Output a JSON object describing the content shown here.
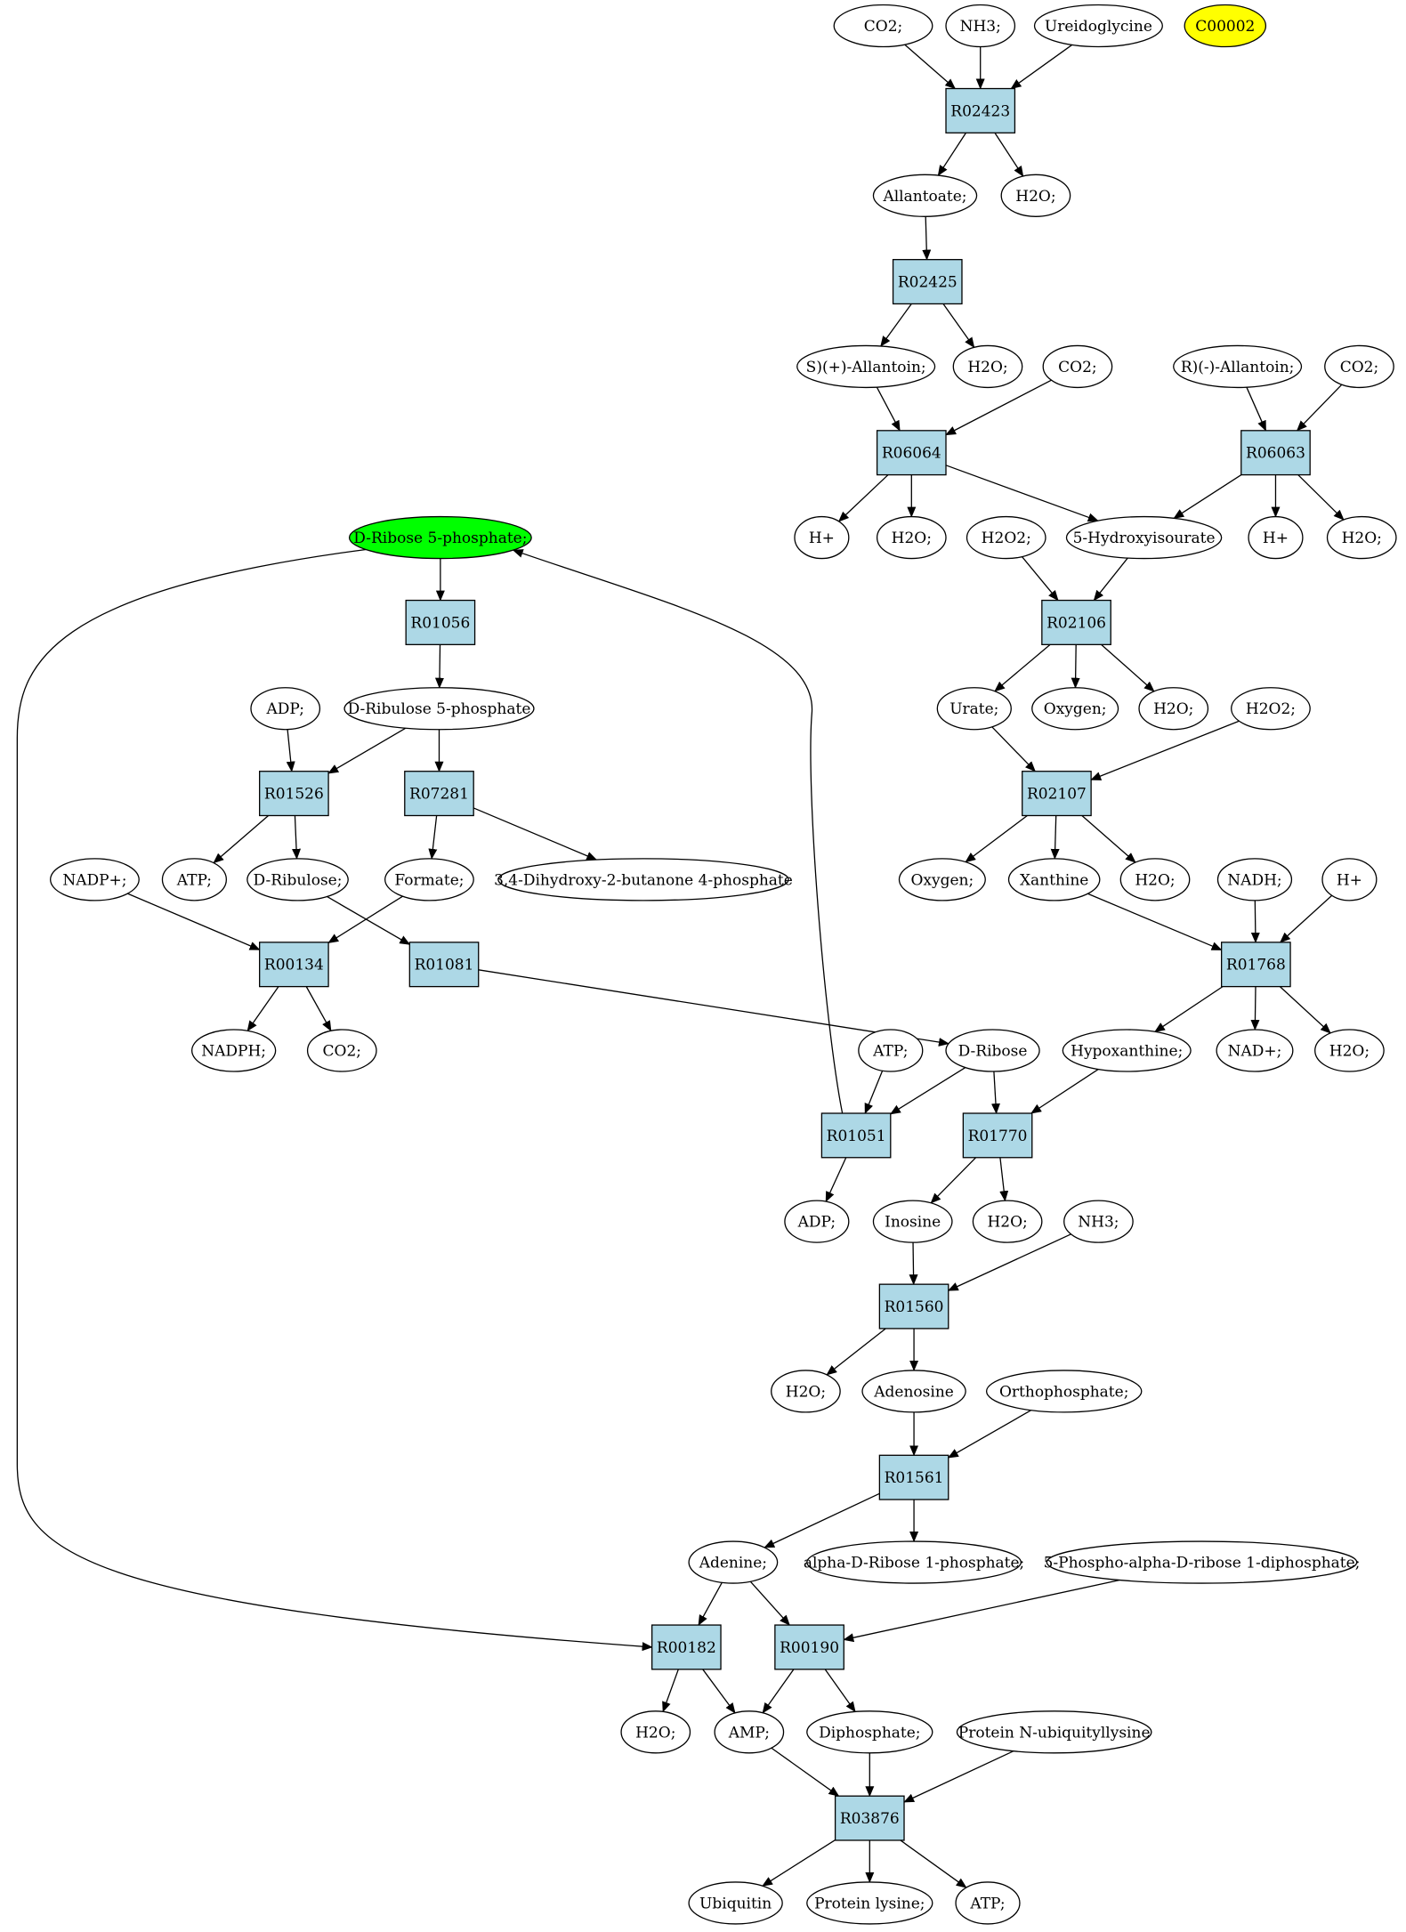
{
  "colors": {
    "reaction_fill": "#add8e6",
    "compound_fill": "#ffffff",
    "highlight_green": "#00ff00",
    "highlight_yellow": "#ffff00",
    "stroke": "#000000"
  },
  "nodes": [
    {
      "id": "co2_1",
      "label": "CO2;",
      "kind": "compound"
    },
    {
      "id": "nh3_1",
      "label": "NH3;",
      "kind": "compound"
    },
    {
      "id": "ureidoglycine",
      "label": "Ureidoglycine",
      "kind": "compound"
    },
    {
      "id": "c00002",
      "label": "C00002",
      "kind": "compound",
      "highlight": "yellow"
    },
    {
      "id": "R02423",
      "label": "R02423",
      "kind": "reaction"
    },
    {
      "id": "allantoate",
      "label": "Allantoate;",
      "kind": "compound"
    },
    {
      "id": "h2o_1",
      "label": "H2O;",
      "kind": "compound"
    },
    {
      "id": "R02425",
      "label": "R02425",
      "kind": "reaction"
    },
    {
      "id": "s_allantoin",
      "label": "S)(+)-Allantoin;",
      "kind": "compound"
    },
    {
      "id": "h2o_2",
      "label": "H2O;",
      "kind": "compound"
    },
    {
      "id": "co2_2",
      "label": "CO2;",
      "kind": "compound"
    },
    {
      "id": "r_allantoin",
      "label": "R)(-)-Allantoin;",
      "kind": "compound"
    },
    {
      "id": "co2_3",
      "label": "CO2;",
      "kind": "compound"
    },
    {
      "id": "R06064",
      "label": "R06064",
      "kind": "reaction"
    },
    {
      "id": "R06063",
      "label": "R06063",
      "kind": "reaction"
    },
    {
      "id": "hplus_1",
      "label": "H+",
      "kind": "compound"
    },
    {
      "id": "h2o_3",
      "label": "H2O;",
      "kind": "compound"
    },
    {
      "id": "h2o2_1",
      "label": "H2O2;",
      "kind": "compound"
    },
    {
      "id": "hydroxyisourate",
      "label": "5-Hydroxyisourate",
      "kind": "compound"
    },
    {
      "id": "hplus_2",
      "label": "H+",
      "kind": "compound"
    },
    {
      "id": "h2o_4",
      "label": "H2O;",
      "kind": "compound"
    },
    {
      "id": "ribose5p",
      "label": "D-Ribose 5-phosphate;",
      "kind": "compound",
      "highlight": "green"
    },
    {
      "id": "R01056",
      "label": "R01056",
      "kind": "reaction"
    },
    {
      "id": "R02106",
      "label": "R02106",
      "kind": "reaction"
    },
    {
      "id": "adp_1",
      "label": "ADP;",
      "kind": "compound"
    },
    {
      "id": "ribulose5p",
      "label": "D-Ribulose 5-phosphate",
      "kind": "compound"
    },
    {
      "id": "urate",
      "label": "Urate;",
      "kind": "compound"
    },
    {
      "id": "oxygen_1",
      "label": "Oxygen;",
      "kind": "compound"
    },
    {
      "id": "h2o_5",
      "label": "H2O;",
      "kind": "compound"
    },
    {
      "id": "h2o2_2",
      "label": "H2O2;",
      "kind": "compound"
    },
    {
      "id": "R01526",
      "label": "R01526",
      "kind": "reaction"
    },
    {
      "id": "R07281",
      "label": "R07281",
      "kind": "reaction"
    },
    {
      "id": "R02107",
      "label": "R02107",
      "kind": "reaction"
    },
    {
      "id": "nadpplus",
      "label": "NADP+;",
      "kind": "compound"
    },
    {
      "id": "atp_1",
      "label": "ATP;",
      "kind": "compound"
    },
    {
      "id": "ribulose",
      "label": "D-Ribulose;",
      "kind": "compound"
    },
    {
      "id": "formate",
      "label": "Formate;",
      "kind": "compound"
    },
    {
      "id": "dhbp",
      "label": "3,4-Dihydroxy-2-butanone 4-phosphate",
      "kind": "compound"
    },
    {
      "id": "oxygen_2",
      "label": "Oxygen;",
      "kind": "compound"
    },
    {
      "id": "xanthine",
      "label": "Xanthine",
      "kind": "compound"
    },
    {
      "id": "h2o_6",
      "label": "H2O;",
      "kind": "compound"
    },
    {
      "id": "nadh",
      "label": "NADH;",
      "kind": "compound"
    },
    {
      "id": "hplus_3",
      "label": "H+",
      "kind": "compound"
    },
    {
      "id": "R00134",
      "label": "R00134",
      "kind": "reaction"
    },
    {
      "id": "R01081",
      "label": "R01081",
      "kind": "reaction"
    },
    {
      "id": "R01768",
      "label": "R01768",
      "kind": "reaction"
    },
    {
      "id": "nadph",
      "label": "NADPH;",
      "kind": "compound"
    },
    {
      "id": "co2_4",
      "label": "CO2;",
      "kind": "compound"
    },
    {
      "id": "atp_2",
      "label": "ATP;",
      "kind": "compound"
    },
    {
      "id": "dribose",
      "label": "D-Ribose",
      "kind": "compound"
    },
    {
      "id": "hypoxanthine",
      "label": "Hypoxanthine;",
      "kind": "compound"
    },
    {
      "id": "nadplus",
      "label": "NAD+;",
      "kind": "compound"
    },
    {
      "id": "h2o_7",
      "label": "H2O;",
      "kind": "compound"
    },
    {
      "id": "R01051",
      "label": "R01051",
      "kind": "reaction"
    },
    {
      "id": "R01770",
      "label": "R01770",
      "kind": "reaction"
    },
    {
      "id": "adp_2",
      "label": "ADP;",
      "kind": "compound"
    },
    {
      "id": "inosine",
      "label": "Inosine",
      "kind": "compound"
    },
    {
      "id": "h2o_8",
      "label": "H2O;",
      "kind": "compound"
    },
    {
      "id": "nh3_2",
      "label": "NH3;",
      "kind": "compound"
    },
    {
      "id": "R01560",
      "label": "R01560",
      "kind": "reaction"
    },
    {
      "id": "h2o_9",
      "label": "H2O;",
      "kind": "compound"
    },
    {
      "id": "adenosine",
      "label": "Adenosine",
      "kind": "compound"
    },
    {
      "id": "orthophosphate",
      "label": "Orthophosphate;",
      "kind": "compound"
    },
    {
      "id": "R01561",
      "label": "R01561",
      "kind": "reaction"
    },
    {
      "id": "adenine",
      "label": "Adenine;",
      "kind": "compound"
    },
    {
      "id": "ribose1p",
      "label": "alpha-D-Ribose 1-phosphate;",
      "kind": "compound"
    },
    {
      "id": "prpp",
      "label": "5-Phospho-alpha-D-ribose 1-diphosphate;",
      "kind": "compound"
    },
    {
      "id": "R00182",
      "label": "R00182",
      "kind": "reaction"
    },
    {
      "id": "R00190",
      "label": "R00190",
      "kind": "reaction"
    },
    {
      "id": "h2o_10",
      "label": "H2O;",
      "kind": "compound"
    },
    {
      "id": "amp",
      "label": "AMP;",
      "kind": "compound"
    },
    {
      "id": "diphosphate",
      "label": "Diphosphate;",
      "kind": "compound"
    },
    {
      "id": "protein_ub",
      "label": "Protein N-ubiquityllysine",
      "kind": "compound"
    },
    {
      "id": "R03876",
      "label": "R03876",
      "kind": "reaction"
    },
    {
      "id": "ubiquitin",
      "label": "Ubiquitin",
      "kind": "compound"
    },
    {
      "id": "protein_lysine",
      "label": "Protein lysine;",
      "kind": "compound"
    },
    {
      "id": "atp_3",
      "label": "ATP;",
      "kind": "compound"
    }
  ],
  "edges": [
    [
      "co2_1",
      "R02423"
    ],
    [
      "nh3_1",
      "R02423"
    ],
    [
      "ureidoglycine",
      "R02423"
    ],
    [
      "R02423",
      "allantoate"
    ],
    [
      "R02423",
      "h2o_1"
    ],
    [
      "allantoate",
      "R02425"
    ],
    [
      "R02425",
      "s_allantoin"
    ],
    [
      "R02425",
      "h2o_2"
    ],
    [
      "s_allantoin",
      "R06064"
    ],
    [
      "co2_2",
      "R06064"
    ],
    [
      "r_allantoin",
      "R06063"
    ],
    [
      "co2_3",
      "R06063"
    ],
    [
      "R06064",
      "hplus_1"
    ],
    [
      "R06064",
      "h2o_3"
    ],
    [
      "R06064",
      "hydroxyisourate"
    ],
    [
      "R06063",
      "hydroxyisourate"
    ],
    [
      "R06063",
      "hplus_2"
    ],
    [
      "R06063",
      "h2o_4"
    ],
    [
      "h2o2_1",
      "R02106"
    ],
    [
      "hydroxyisourate",
      "R02106"
    ],
    [
      "R02106",
      "urate"
    ],
    [
      "R02106",
      "oxygen_1"
    ],
    [
      "R02106",
      "h2o_5"
    ],
    [
      "urate",
      "R02107"
    ],
    [
      "h2o2_2",
      "R02107"
    ],
    [
      "R02107",
      "oxygen_2"
    ],
    [
      "R02107",
      "xanthine"
    ],
    [
      "R02107",
      "h2o_6"
    ],
    [
      "xanthine",
      "R01768"
    ],
    [
      "nadh",
      "R01768"
    ],
    [
      "hplus_3",
      "R01768"
    ],
    [
      "R01768",
      "hypoxanthine"
    ],
    [
      "R01768",
      "nadplus"
    ],
    [
      "R01768",
      "h2o_7"
    ],
    [
      "ribose5p",
      "R01056"
    ],
    [
      "R01056",
      "ribulose5p"
    ],
    [
      "adp_1",
      "R01526"
    ],
    [
      "ribulose5p",
      "R01526"
    ],
    [
      "ribulose5p",
      "R07281"
    ],
    [
      "R01526",
      "atp_1"
    ],
    [
      "R01526",
      "ribulose"
    ],
    [
      "R07281",
      "formate"
    ],
    [
      "R07281",
      "dhbp"
    ],
    [
      "nadpplus",
      "R00134"
    ],
    [
      "formate",
      "R00134"
    ],
    [
      "R00134",
      "nadph"
    ],
    [
      "R00134",
      "co2_4"
    ],
    [
      "ribulose",
      "R01081"
    ],
    [
      "R01081",
      "dribose"
    ],
    [
      "atp_2",
      "R01051"
    ],
    [
      "dribose",
      "R01051"
    ],
    [
      "dribose",
      "R01770"
    ],
    [
      "hypoxanthine",
      "R01770"
    ],
    [
      "R01051",
      "adp_2"
    ],
    [
      "R01051",
      "ribose5p",
      "loop_right"
    ],
    [
      "R01770",
      "inosine"
    ],
    [
      "R01770",
      "h2o_8"
    ],
    [
      "inosine",
      "R01560"
    ],
    [
      "nh3_2",
      "R01560"
    ],
    [
      "R01560",
      "h2o_9"
    ],
    [
      "R01560",
      "adenosine"
    ],
    [
      "adenosine",
      "R01561"
    ],
    [
      "orthophosphate",
      "R01561"
    ],
    [
      "R01561",
      "adenine"
    ],
    [
      "R01561",
      "ribose1p"
    ],
    [
      "ribose5p",
      "R00182",
      "loop_left"
    ],
    [
      "adenine",
      "R00182"
    ],
    [
      "adenine",
      "R00190"
    ],
    [
      "prpp",
      "R00190"
    ],
    [
      "R00182",
      "h2o_10"
    ],
    [
      "R00182",
      "amp"
    ],
    [
      "R00190",
      "amp"
    ],
    [
      "R00190",
      "diphosphate"
    ],
    [
      "amp",
      "R03876"
    ],
    [
      "diphosphate",
      "R03876"
    ],
    [
      "protein_ub",
      "R03876"
    ],
    [
      "R03876",
      "ubiquitin"
    ],
    [
      "R03876",
      "protein_lysine"
    ],
    [
      "R03876",
      "atp_3"
    ]
  ]
}
